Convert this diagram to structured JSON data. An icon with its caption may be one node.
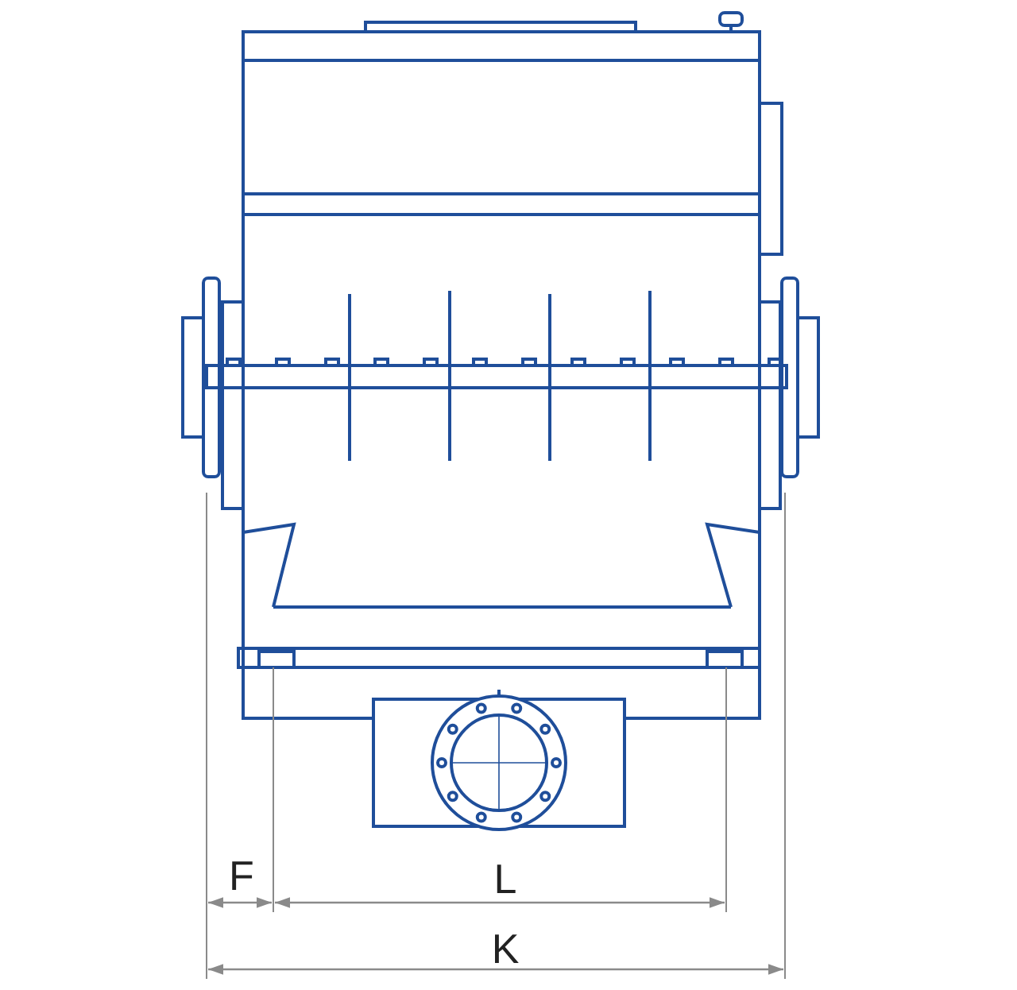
{
  "diagram": {
    "labels": [
      "F",
      "L",
      "K"
    ]
  }
}
